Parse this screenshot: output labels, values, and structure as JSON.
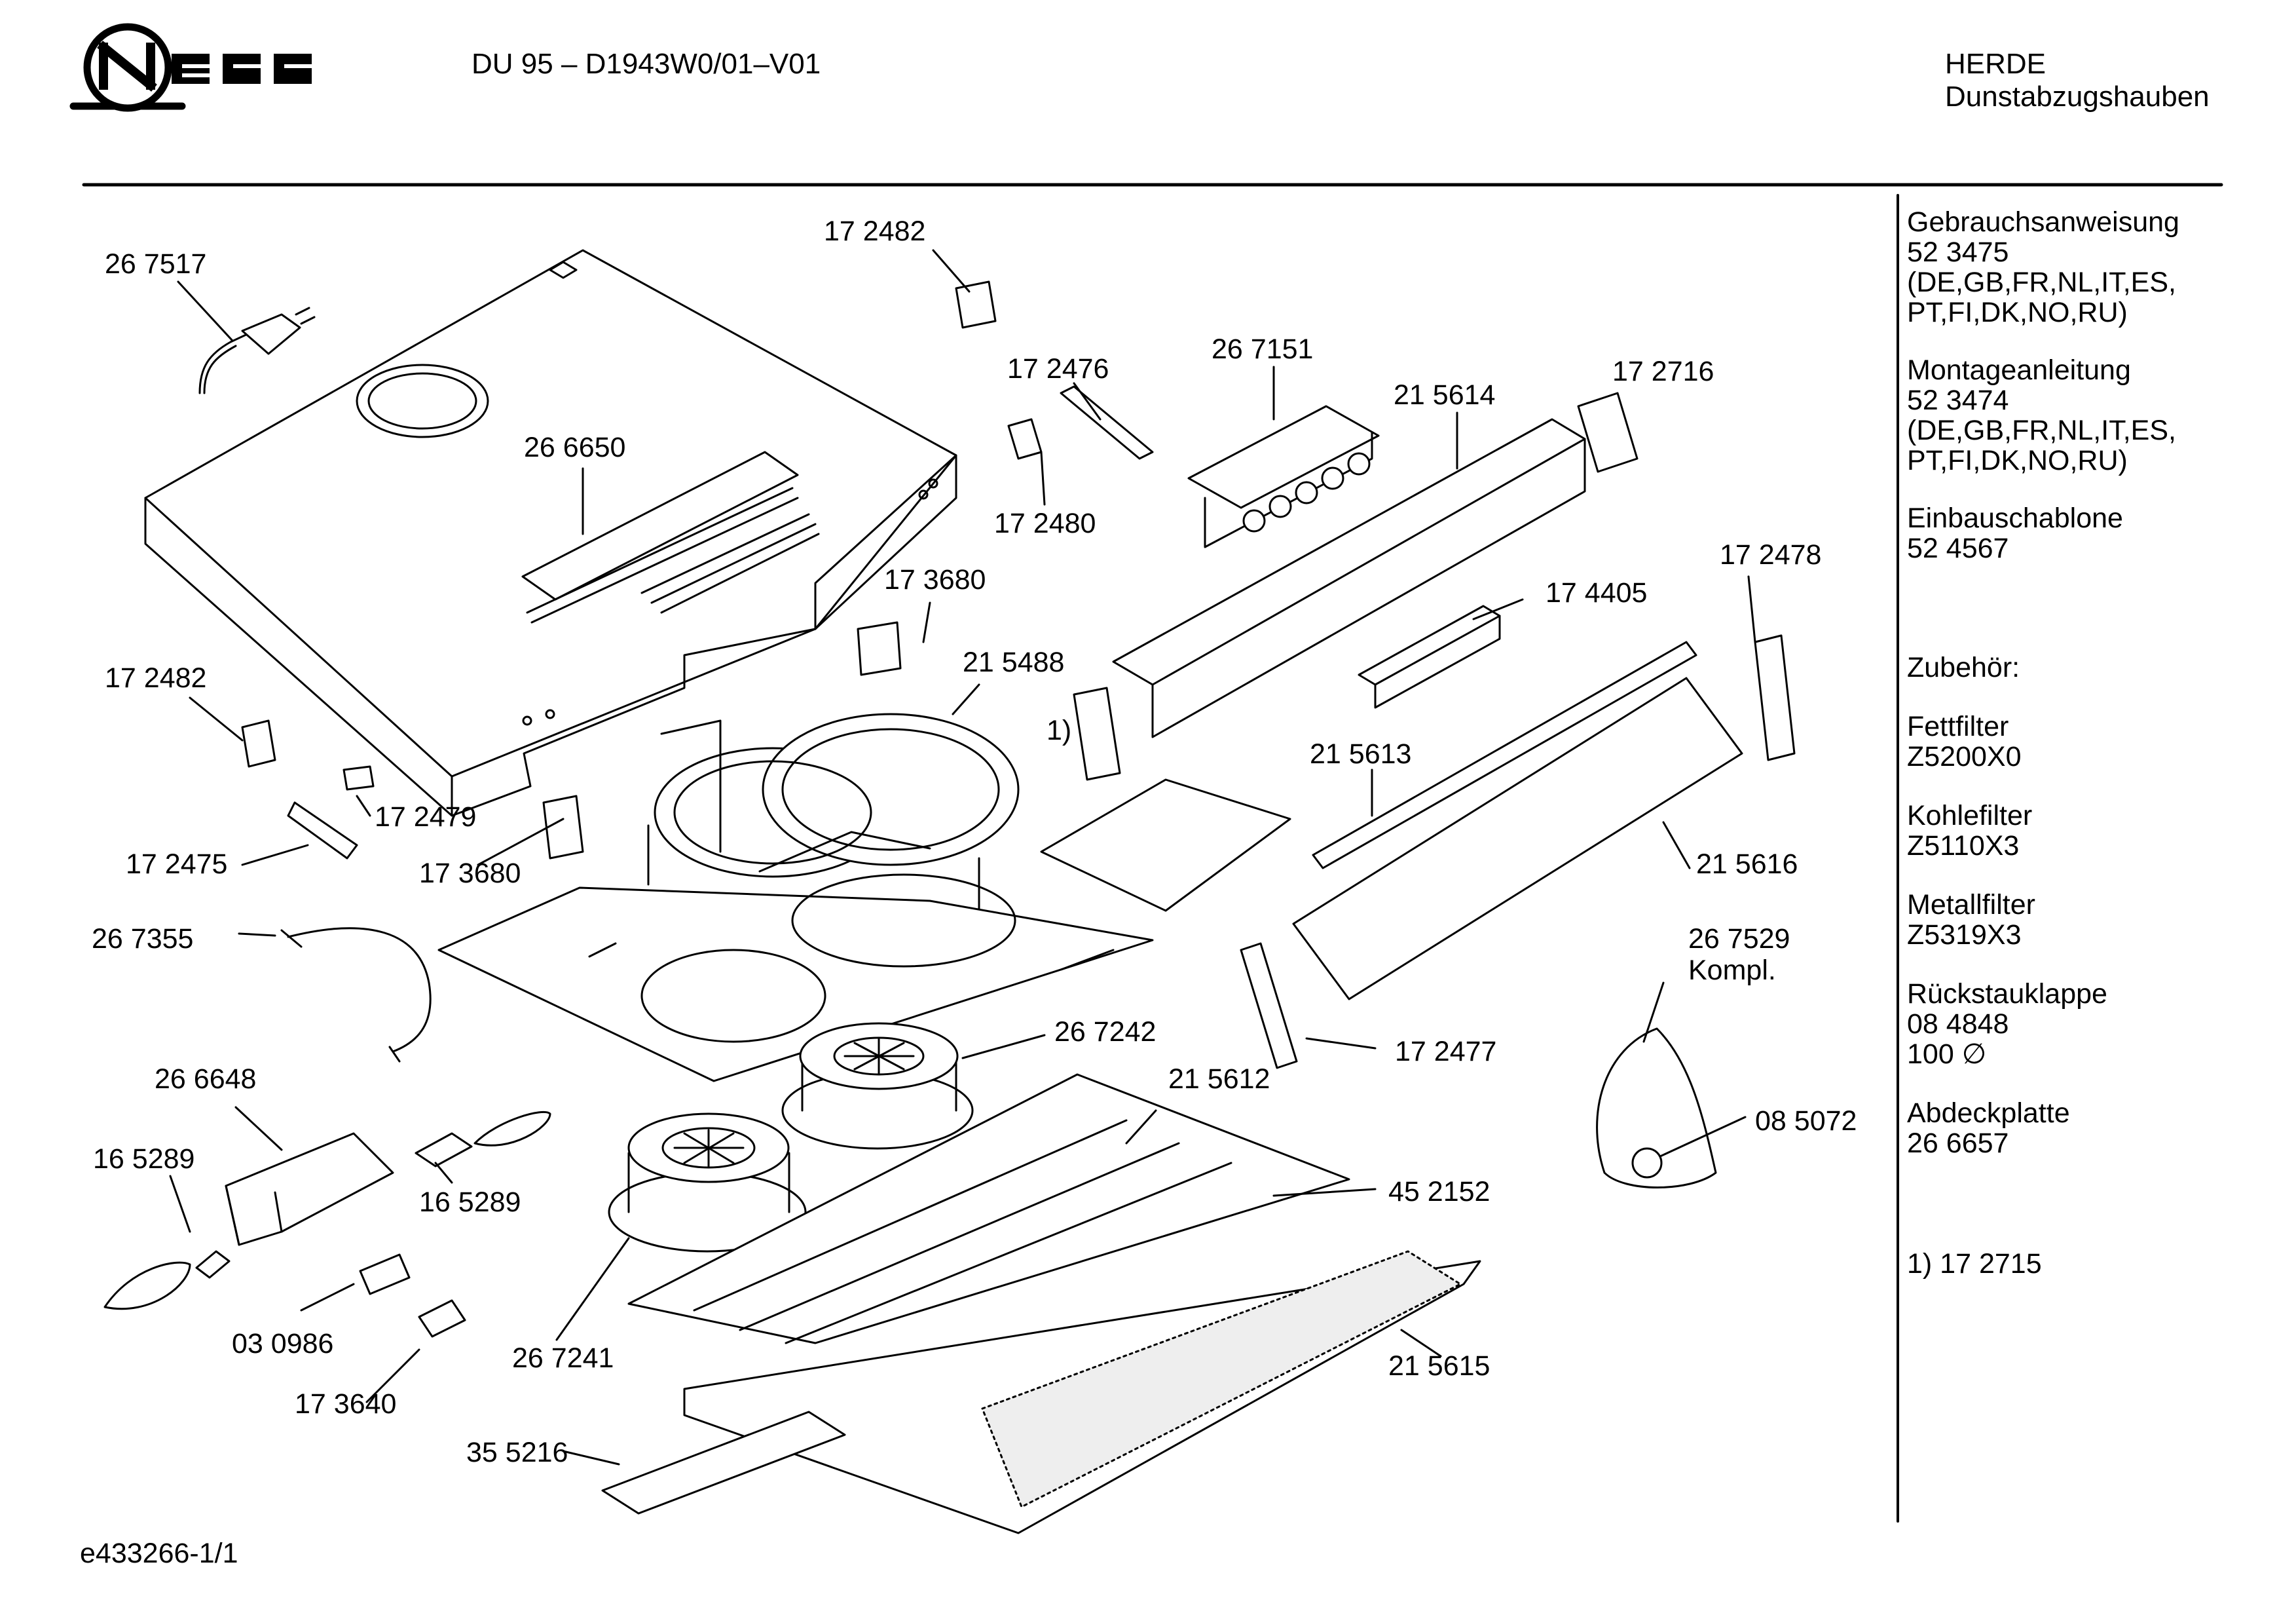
{
  "header": {
    "model": "DU 95 – D1943W0/01–V01",
    "category_line1": "HERDE",
    "category_line2": "Dunstabzugshauben"
  },
  "sidebar": {
    "groups": [
      {
        "title": "Gebrauchsanweisung",
        "lines": [
          "52 3475",
          "(DE,GB,FR,NL,IT,ES,",
          "PT,FI,DK,NO,RU)"
        ]
      },
      {
        "title": "Montageanleitung",
        "lines": [
          "52 3474",
          "(DE,GB,FR,NL,IT,ES,",
          "PT,FI,DK,NO,RU)"
        ]
      },
      {
        "title": "Einbauschablone",
        "lines": [
          "52 4567"
        ]
      },
      {
        "title": "Zubehör:",
        "lines": []
      },
      {
        "title": "Fettfilter",
        "lines": [
          "Z5200X0"
        ]
      },
      {
        "title": "Kohlefilter",
        "lines": [
          "Z5110X3"
        ]
      },
      {
        "title": "Metallfilter",
        "lines": [
          "Z5319X3"
        ]
      },
      {
        "title": "Rückstauklappe",
        "lines": [
          "08 4848",
          "100 ∅"
        ]
      },
      {
        "title": "Abdeckplatte",
        "lines": [
          "26 6657"
        ]
      },
      {
        "title": "1) 17 2715",
        "lines": []
      }
    ]
  },
  "parts": [
    "26 7517",
    "17 2482",
    "26 6650",
    "17 2476",
    "26 7151",
    "21 5614",
    "17 2716",
    "17 2480",
    "17 3680",
    "17 2478",
    "17 4405",
    "21 5488",
    "17 2482",
    "1)",
    "21 5613",
    "17 2479",
    "17 2475",
    "17 3680",
    "21 5616",
    "26 7355",
    "26 7529",
    "Kompl.",
    "26 7242",
    "17 2477",
    "26 6648",
    "21 5612",
    "16 5289",
    "16 5289",
    "08 5072",
    "45 2152",
    "03 0986",
    "26 7241",
    "21 5615",
    "17 3640",
    "35 5216"
  ],
  "footer": {
    "doc_id": "e433266-1/1"
  }
}
